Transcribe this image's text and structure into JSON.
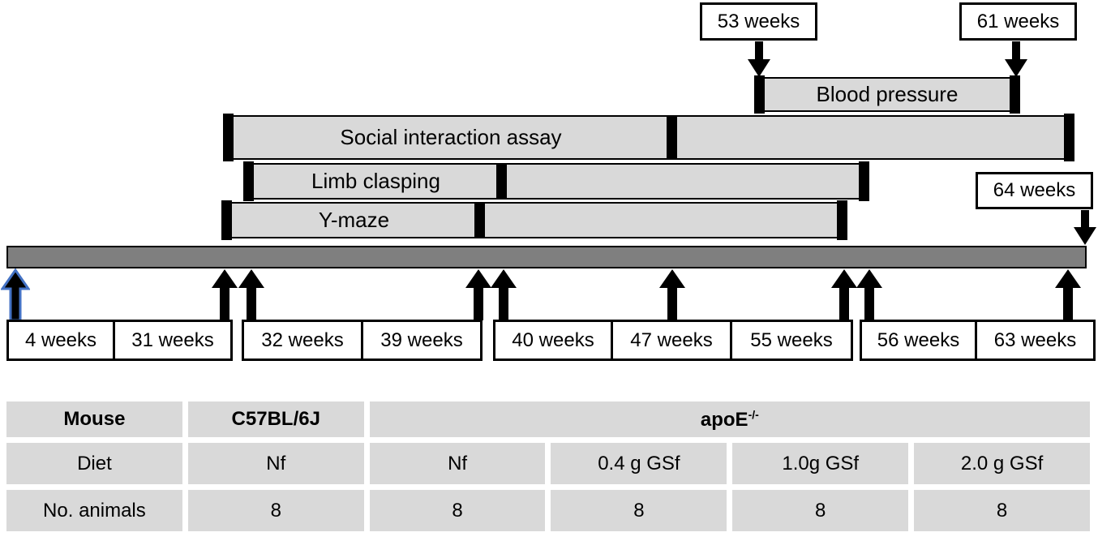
{
  "figure": {
    "type": "experimental-timeline-diagram",
    "colors": {
      "assay_bar_fill": "#d9d9d9",
      "assay_bar_border": "#000000",
      "timeline_fill": "#7f7f7f",
      "arrow_fill": "#000000",
      "start_arrow_outline": "#4472c4",
      "table_cell_fill": "#d9d9d9"
    },
    "assay_bars": [
      {
        "label": "Blood pressure"
      },
      {
        "label": "Social interaction assay"
      },
      {
        "label": "Limb clasping"
      },
      {
        "label": "Y-maze"
      }
    ],
    "top_week_markers": [
      {
        "label": "53 weeks"
      },
      {
        "label": "61 weeks"
      },
      {
        "label": "64 weeks"
      }
    ],
    "bottom_week_markers": [
      {
        "label": "4 weeks"
      },
      {
        "label": "31 weeks"
      },
      {
        "label": "32 weeks"
      },
      {
        "label": "39 weeks"
      },
      {
        "label": "40 weeks"
      },
      {
        "label": "47 weeks"
      },
      {
        "label": "55 weeks"
      },
      {
        "label": "56 weeks"
      },
      {
        "label": "63 weeks"
      }
    ]
  },
  "table": {
    "row_headers": [
      "Mouse",
      "Diet",
      "No. animals"
    ],
    "mouse_row": {
      "strain1": "C57BL/6J",
      "strain2_base": "apoE",
      "strain2_sup": "-/-"
    },
    "diet_row": [
      "Nf",
      "Nf",
      "0.4 g GSf",
      "1.0g GSf",
      "2.0 g GSf"
    ],
    "animals_row": [
      "8",
      "8",
      "8",
      "8",
      "8"
    ]
  }
}
